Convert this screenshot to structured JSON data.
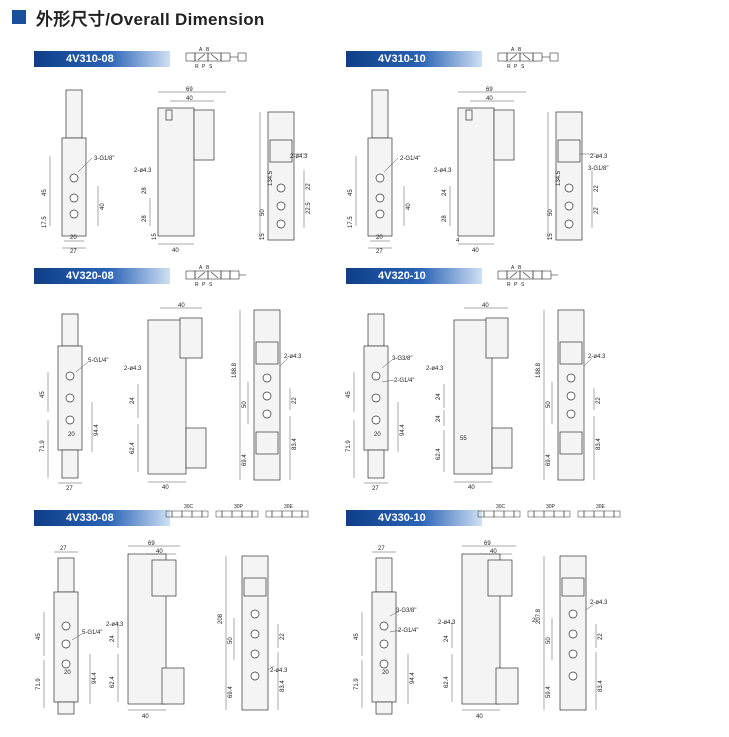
{
  "header": {
    "title": "外形尺寸/Overall Dimension"
  },
  "panels": [
    {
      "model": "4V310-08",
      "symbol_ports": [
        "A",
        "B",
        "R",
        "P",
        "S"
      ],
      "front": {
        "port_label": "3-G1/8\"",
        "dims": [
          "45",
          "17.5",
          "40",
          "20",
          "27"
        ]
      },
      "side": {
        "top_dims": [
          "69",
          "40"
        ],
        "hole_label": "2-ø4.3",
        "dims": [
          "28",
          "28",
          "15",
          "40"
        ]
      },
      "back": {
        "hole_label": "2-ø4.3",
        "dims": [
          "134.5",
          "50",
          "22.5",
          "22",
          "15"
        ]
      }
    },
    {
      "model": "4V310-10",
      "symbol_ports": [
        "A",
        "B",
        "R",
        "P",
        "S"
      ],
      "front": {
        "port_label": "2-G1/4\"",
        "dims": [
          "45",
          "17.5",
          "40",
          "20",
          "27"
        ]
      },
      "side": {
        "top_dims": [
          "69",
          "40"
        ],
        "hole_label": "2-ø4.3",
        "dims": [
          "24",
          "28",
          "4",
          "40"
        ]
      },
      "back": {
        "hole_label": "2-ø4.3",
        "port_label": "3-G1/8\"",
        "dims": [
          "134.5",
          "50",
          "22",
          "22",
          "15"
        ]
      }
    },
    {
      "model": "4V320-08",
      "symbol_ports": [
        "A",
        "B",
        "R",
        "P",
        "S"
      ],
      "front": {
        "port_label": "5-G1/4\"",
        "dims": [
          "45",
          "71.9",
          "94.4",
          "20",
          "27"
        ]
      },
      "side": {
        "top_dims": [
          "40"
        ],
        "hole_label": "2-ø4.3",
        "dims": [
          "24",
          "62.4",
          "40"
        ]
      },
      "back": {
        "hole_label": "2-ø4.3",
        "dims": [
          "188.8",
          "50",
          "22",
          "69.4",
          "83.4"
        ]
      }
    },
    {
      "model": "4V320-10",
      "symbol_ports": [
        "A",
        "B",
        "R",
        "P",
        "S"
      ],
      "front": {
        "port_label": "3-G3/8\"",
        "port_label_2": "2-G1/4\"",
        "dims": [
          "45",
          "71.9",
          "94.4",
          "20",
          "27"
        ]
      },
      "side": {
        "top_dims": [
          "40"
        ],
        "hole_label": "2-ø4.3",
        "dims": [
          "24",
          "24",
          "62.4",
          "55",
          "40"
        ]
      },
      "back": {
        "hole_label": "2-ø4.3",
        "dims": [
          "188.8",
          "50",
          "22",
          "69.4",
          "83.4"
        ]
      }
    },
    {
      "model": "4V330-08",
      "symbol_codes": [
        "30C",
        "30P",
        "30E"
      ],
      "front": {
        "port_label": "5-G1/4\"",
        "dims": [
          "27",
          "45",
          "71.9",
          "94.4",
          "20"
        ]
      },
      "side": {
        "top_dims": [
          "69",
          "40"
        ],
        "hole_label": "2-ø4.3",
        "dims": [
          "24",
          "62.4",
          "40"
        ]
      },
      "back": {
        "hole_label": "2-ø4.3",
        "dims": [
          "208",
          "50",
          "22",
          "69.4",
          "83.4"
        ]
      }
    },
    {
      "model": "4V330-10",
      "symbol_codes": [
        "30C",
        "30P",
        "30E"
      ],
      "front": {
        "port_label": "3-G3/8\"",
        "port_label_2": "2-G1/4\"",
        "dims": [
          "27",
          "45",
          "71.9",
          "94.4",
          "20"
        ]
      },
      "side": {
        "top_dims": [
          "69",
          "40"
        ],
        "hole_label": "2-ø4.3",
        "dims": [
          "24",
          "62.4",
          "40"
        ]
      },
      "back": {
        "hole_label": "2-ø4.3",
        "side_label": "2-",
        "dims": [
          "207.8",
          "50",
          "22",
          "59.4",
          "83.4"
        ]
      }
    }
  ]
}
